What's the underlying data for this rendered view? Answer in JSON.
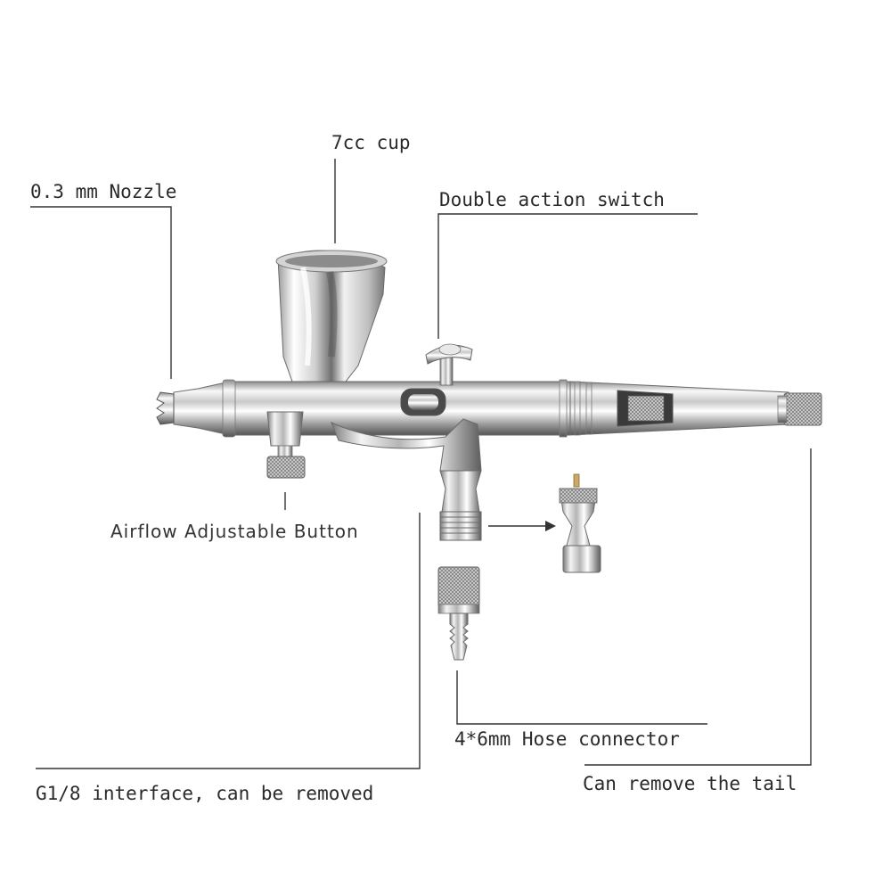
{
  "labels": {
    "nozzle": "0.3 mm Nozzle",
    "cup": "7cc cup",
    "switch": "Double action switch",
    "airflow": "Airflow Adjustable Button",
    "hose": "4*6mm Hose connector",
    "interface": "G1/8 interface, can be removed",
    "tail": "Can remove the tail"
  },
  "colors": {
    "line": "#333333",
    "chrome_light": "#f4f4f4",
    "chrome_mid": "#b8b8b8",
    "chrome_dark": "#5a5a5a"
  }
}
